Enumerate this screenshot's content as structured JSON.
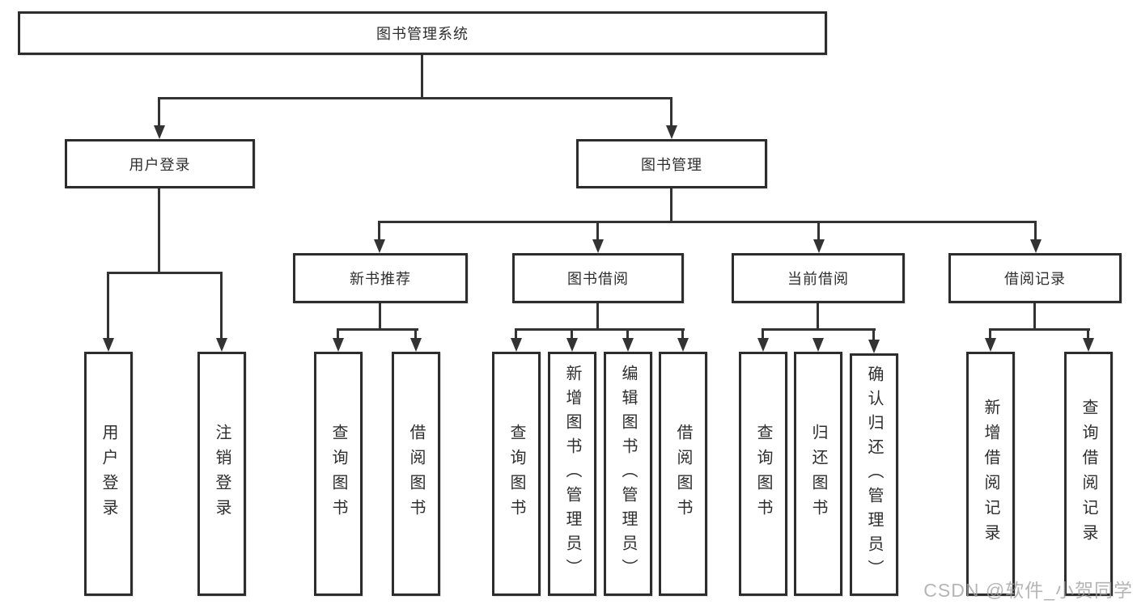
{
  "colors": {
    "line": "#333333",
    "box_border": "#2d2d2d",
    "text": "#2e2e2e",
    "watermark": "#a0a0a0",
    "background": "#ffffff"
  },
  "tree": {
    "root": {
      "label": "图书管理系统"
    },
    "branches": [
      {
        "label": "用户登录",
        "children": [
          {
            "label": "用户登录"
          },
          {
            "label": "注销登录"
          }
        ]
      },
      {
        "label": "图书管理",
        "groups": [
          {
            "label": "新书推荐",
            "children": [
              {
                "label": "查询图书"
              },
              {
                "label": "借阅图书"
              }
            ]
          },
          {
            "label": "图书借阅",
            "children": [
              {
                "label": "查询图书"
              },
              {
                "label": "新增图书（管理员）"
              },
              {
                "label": "编辑图书（管理员）"
              },
              {
                "label": "借阅图书"
              }
            ]
          },
          {
            "label": "当前借阅",
            "children": [
              {
                "label": "查询图书"
              },
              {
                "label": "归还图书"
              },
              {
                "label": "确认归还（管理员）"
              }
            ]
          },
          {
            "label": "借阅记录",
            "children": [
              {
                "label": "新增借阅记录"
              },
              {
                "label": "查询借阅记录"
              }
            ]
          }
        ]
      }
    ]
  },
  "watermark": {
    "text": "CSDN @软件_小贺同学"
  }
}
